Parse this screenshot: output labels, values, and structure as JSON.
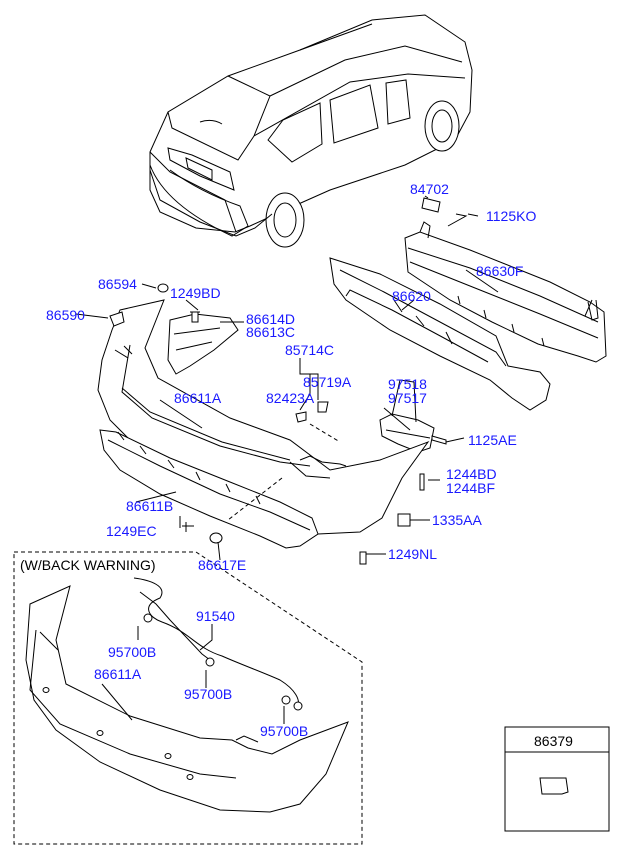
{
  "colors": {
    "label": "#1a1aff",
    "line": "#000000",
    "fill": "#ffffff"
  },
  "section": {
    "back_warning_title": "(W/BACK  WARNING)"
  },
  "inset": {
    "part_no": "86379"
  },
  "labels": {
    "p84702": "84702",
    "p1125KO": "1125KO",
    "p86630F": "86630F",
    "p86594": "86594",
    "p1249BD": "1249BD",
    "p86620": "86620",
    "p86590": "86590",
    "p86614D": "86614D",
    "p86613C": "86613C",
    "p85714C": "85714C",
    "p85719A": "85719A",
    "p97518": "97518",
    "p97517": "97517",
    "p86611A_top": "86611A",
    "p82423A": "82423A",
    "p1125AE": "1125AE",
    "p1244BD": "1244BD",
    "p1244BF": "1244BF",
    "p86611B": "86611B",
    "p1335AA": "1335AA",
    "p1249EC": "1249EC",
    "p1249NL": "1249NL",
    "p86617E": "86617E",
    "p91540": "91540",
    "p95700B_1": "95700B",
    "p95700B_2": "95700B",
    "p86611A_bottom": "86611A",
    "p95700B_3": "95700B"
  }
}
